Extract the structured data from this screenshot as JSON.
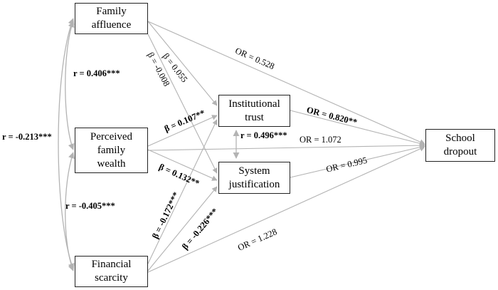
{
  "nodes": {
    "family_affluence": [
      "Family",
      "affluence"
    ],
    "perceived_family_wealth": [
      "Perceived",
      "family",
      "wealth"
    ],
    "financial_scarcity": [
      "Financial",
      "scarcity"
    ],
    "institutional_trust": [
      "Institutional",
      "trust"
    ],
    "system_justification": [
      "System",
      "justification"
    ],
    "school_dropout": [
      "School",
      "dropout"
    ]
  },
  "correlations": {
    "affluence_wealth": {
      "prefix": "r = ",
      "value": "0.406",
      "stars": "***"
    },
    "affluence_scarcity": {
      "prefix": "r = ",
      "value": "-0.213",
      "stars": "***"
    },
    "wealth_scarcity": {
      "prefix": "r = ",
      "value": "-0.405",
      "stars": "***"
    },
    "trust_justification": {
      "prefix": "r = ",
      "value": "0.496",
      "stars": "***"
    }
  },
  "paths": {
    "affluence_to_trust": {
      "prefix": "β = ",
      "value": "0.055",
      "stars": ""
    },
    "affluence_to_justification": {
      "prefix": "β = ",
      "value": "-0.008",
      "stars": ""
    },
    "affluence_to_dropout": {
      "prefix": "OR = ",
      "value": "0.528",
      "stars": ""
    },
    "wealth_to_trust": {
      "prefix": "β = ",
      "value": "0.107",
      "stars": "**"
    },
    "wealth_to_justification": {
      "prefix": "β = ",
      "value": "0.132",
      "stars": "**"
    },
    "wealth_to_dropout": {
      "prefix": "OR = ",
      "value": "1.072",
      "stars": ""
    },
    "scarcity_to_trust": {
      "prefix": "β = ",
      "value": "-0.172",
      "stars": "***"
    },
    "scarcity_to_justification": {
      "prefix": "β = ",
      "value": "-0.226",
      "stars": "***"
    },
    "scarcity_to_dropout": {
      "prefix": "OR = ",
      "value": "1.228",
      "stars": ""
    },
    "trust_to_dropout": {
      "prefix": "OR = ",
      "value": "0.820",
      "stars": "**"
    },
    "justification_to_dropout": {
      "prefix": "OR = ",
      "value": "0.995",
      "stars": ""
    }
  },
  "colors": {
    "arrow": "#b3b3b3",
    "border": "#222222",
    "text": "#000000"
  }
}
